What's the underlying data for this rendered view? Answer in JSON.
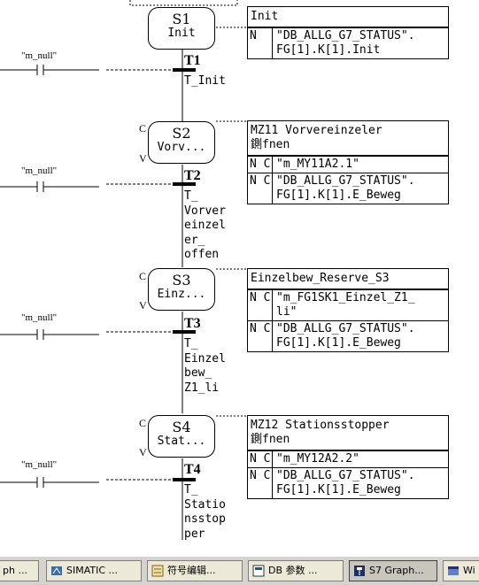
{
  "steps": [
    {
      "id": "S1",
      "name": "Init",
      "flags": []
    },
    {
      "id": "S2",
      "name": "Vorv...",
      "flags": [
        "C",
        "V"
      ]
    },
    {
      "id": "S3",
      "name": "Einz...",
      "flags": [
        "C",
        "V"
      ]
    },
    {
      "id": "S4",
      "name": "Stat...",
      "flags": [
        "C",
        "V"
      ]
    }
  ],
  "transitions": [
    {
      "id": "T1",
      "text": "T_Init"
    },
    {
      "id": "T2",
      "text": "T_\nVorver\neinzel\ner_\noffen"
    },
    {
      "id": "T3",
      "text": "T_\nEinzel\nbew_\nZ1_li"
    },
    {
      "id": "T4",
      "text": "T_\nStatio\nnsstop\nper"
    }
  ],
  "conditions": [
    "\"m_null\"",
    "\"m_null\"",
    "\"m_null\"",
    "\"m_null\""
  ],
  "actions": [
    {
      "title": "Init",
      "rows": [
        {
          "q": "N",
          "text": "\"DB_ALLG_G7_STATUS\".\nFG[1].K[1].Init"
        }
      ]
    },
    {
      "title": "MZ11 Vorvereinzeler\n鍘fnen",
      "rows": [
        {
          "q": "N C",
          "text": "\"m_MY11A2.1\""
        },
        {
          "q": "N C",
          "text": "\"DB_ALLG_G7_STATUS\".\nFG[1].K[1].E_Beweg"
        }
      ]
    },
    {
      "title": "Einzelbew_Reserve_S3",
      "rows": [
        {
          "q": "N C",
          "text": "\"m_FG1SK1_Einzel_Z1_\nli\""
        },
        {
          "q": "N C",
          "text": "\"DB_ALLG_G7_STATUS\".\nFG[1].K[1].E_Beweg"
        }
      ]
    },
    {
      "title": "MZ12 Stationsstopper\n鍘fnen",
      "rows": [
        {
          "q": "N C",
          "text": "\"m_MY12A2.2\""
        },
        {
          "q": "N C",
          "text": "\"DB_ALLG_G7_STATUS\".\nFG[1].K[1].E_Beweg"
        }
      ]
    }
  ],
  "taskbar": [
    {
      "label": "ph ...",
      "icon": "app-icon",
      "active": false
    },
    {
      "label": "SIMATIC ...",
      "icon": "simatic-icon",
      "active": false
    },
    {
      "label": "符号编辑...",
      "icon": "symbol-editor-icon",
      "active": false
    },
    {
      "label": "DB 参数 ...",
      "icon": "db-icon",
      "active": false
    },
    {
      "label": "S7 Graph...",
      "icon": "graph-icon",
      "active": true
    },
    {
      "label": "Wi",
      "icon": "window-icon",
      "active": false
    }
  ],
  "colors": {
    "line": "#000000",
    "background": "#ffffff",
    "taskbar": "#d6d3ce"
  }
}
